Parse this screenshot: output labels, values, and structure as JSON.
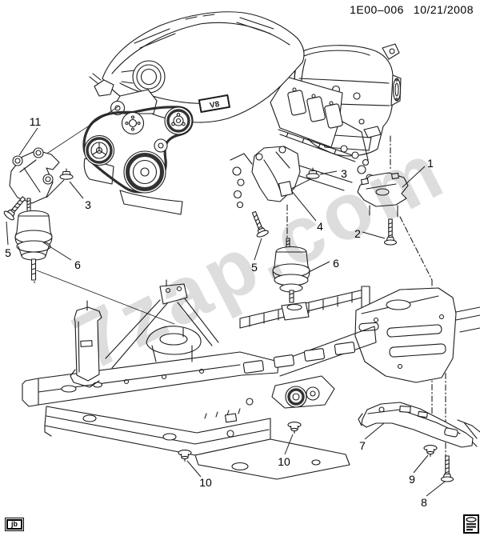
{
  "header": {
    "drawing_number": "1E00–006",
    "date": "10/21/2008"
  },
  "watermark": {
    "text": "7zap.com",
    "color": "#c6c6c6"
  },
  "engine": {
    "badge": "V8"
  },
  "callouts": [
    {
      "label": "11"
    },
    {
      "label": "3"
    },
    {
      "label": "5"
    },
    {
      "label": "6"
    },
    {
      "label": "3"
    },
    {
      "label": "1"
    },
    {
      "label": "4"
    },
    {
      "label": "2"
    },
    {
      "label": "5"
    },
    {
      "label": "6"
    },
    {
      "label": "7"
    },
    {
      "label": "9"
    },
    {
      "label": "8"
    },
    {
      "label": "10"
    },
    {
      "label": "10"
    }
  ],
  "footer": {
    "author_mark": "jb"
  },
  "icons": {
    "bottom_right": "catalog-stamp-icon"
  },
  "colors": {
    "background": "#ffffff",
    "line": "#1c1c1c",
    "watermark": "#c6c6c6",
    "pulley_dark": "#333333"
  }
}
